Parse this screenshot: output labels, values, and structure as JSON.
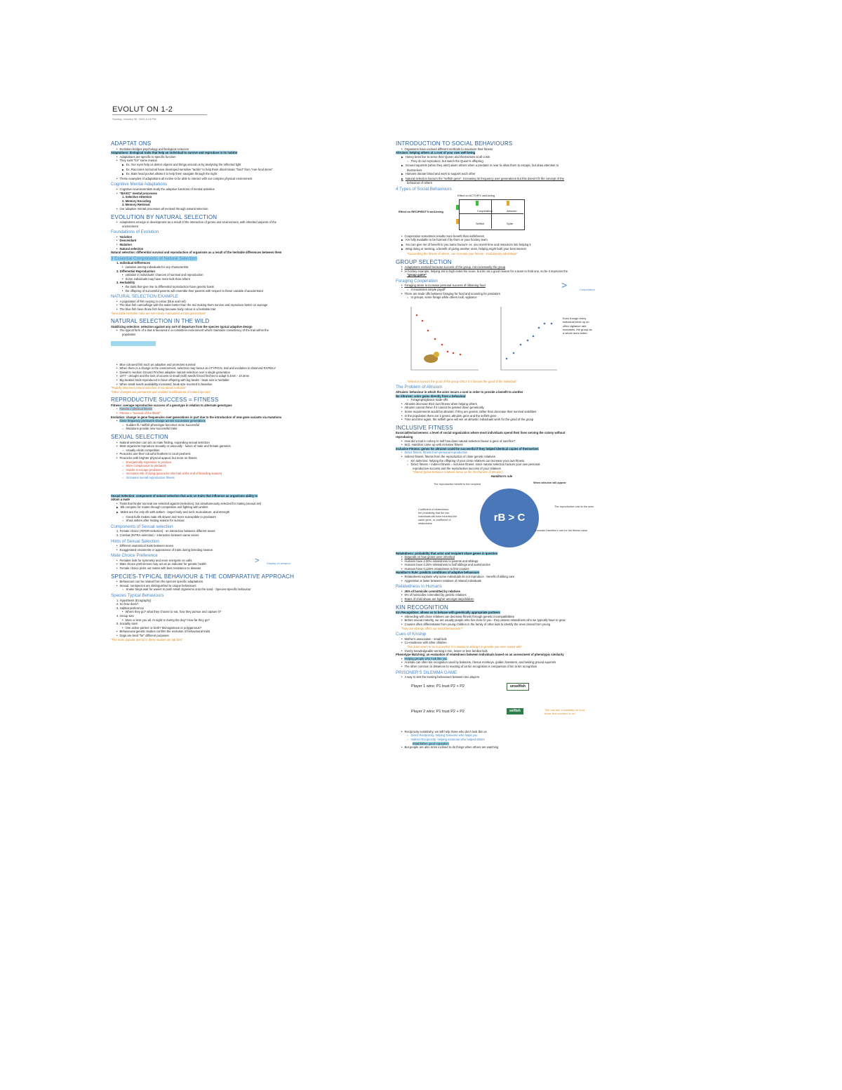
{
  "header": {
    "title": "EVOLUT ON 1-2",
    "date": "Sunday, January 30, 2022      8:13 PM"
  },
  "left": {
    "adaptations": {
      "title": "ADAPTAT ONS",
      "lines": [
        "Evolution bridges psychology and biological sciences",
        "Adaptations: biological traits that help an individual to survive and reproduce in its habitat",
        "Adaptations are specific to specific function",
        "They exist \"for\" some reason",
        "Ex. Our eyes help us detect objects and things around us by analysing the reflected light",
        "Ex. Raccoons nocturnal have developed sensitive \"tactile\" to help them discriminate \"food\" from \"non-food items\"",
        "Ex. Bats head pocket allows it to help them navigate through the night",
        "These examples of adaptations all evolve to be able to interact with our complex physical environment"
      ]
    },
    "cognitive": {
      "title": "Cognitive Mental Adaptations",
      "lines": [
        "Cognitive neuroscientists study the adaptive functions of mental activities",
        "\"BASIC\" mental processes",
        "1.  Selective Attention",
        "2.  Memory Encoding",
        "3.  Memory Retrieval",
        "Our adaptive mental processes all evolved through natural selection"
      ]
    },
    "natsel": {
      "title": "EVOLUTION BY NATURAL SELECTION",
      "lines": [
        "Adaptations emerge in development as a result of the interaction of genes and environment, with inherited aspects of the",
        "environment"
      ]
    },
    "foundations": {
      "title": "Foundations of Evolution",
      "lines": [
        "Variation",
        "Descendant",
        "Mutation",
        "Natural selection"
      ],
      "definition": "Natural selection: differential survival and reproduction of organisms as a result of the heritable differences between them"
    },
    "components": {
      "title": "3 Essential Components of Natural Selection",
      "lines": [
        "1.  Individual Differences",
        "variation among individuals for any characteristic",
        "2.  Differential Reproduction",
        "variation in individuals' chances of survival and reproduction",
        "Some individuals may have more kids than others",
        "3.  Heritability",
        "the traits that give rise to differential reproduction have genetic basis",
        "the offspring of successful parents will resemble their parents with respect to these variable characteristics"
      ]
    },
    "example": {
      "title": "NATURAL SELECTION EXAMPLE",
      "lines": [
        "A population of fish varying in colour (blue and red)",
        "The blue fish camouflage with the water better than the red making them survive and reproduce better on average",
        "The blue fish have those fish living because body colour is a heritable trait",
        "\"favourable heritable traits are selectively maintained across generations\""
      ]
    },
    "wild": {
      "title": "NATURAL SELECTION IN THE WILD",
      "lines": [
        "Stabilizing selection: selection against any sort of departure from the species typical adaptive design",
        "The typical form of a trait is favoured in a consistent environment which maintains consistency of the trait within the",
        "population"
      ],
      "lines2": [
        "Blue coloured fish such as adaptive and promotes survival",
        "When there is a change in the environment, selection may favour an ATYPICAL trait and evolution is observed RAPIDLY",
        "Darwin's medium Ground Finches adaptive natural selection over a single generation",
        "1977 - drought and the loss of access to small (soft) seeds forced finches to adapt 9.4mm - 10.3mm",
        "Big beaked birds reproduced to have offspring with big beaks - beak size is heritable",
        "When small seeds availability increased, beak size reverted to baseline"
      ],
      "notes": [
        "\"Rapidly observed natural selection is not about evolution\"",
        "\"Other changes are permanent and enabled modifications of related species\""
      ]
    },
    "fitness": {
      "title": "REPRODUCTIVE SUCCESS = FITNESS",
      "lines": [
        "Fitness: average reproductive success of a genotype in relation to alternate genotypes",
        "Fitness ≠ physical fitness",
        "Fitness ≠ \"survival of the fittest\"",
        "Evolution: change in gene frequencies over generations in part due to the introduction of new gene variants via mutations",
        "Gene frequency pressures change across successive generations",
        "Sudden fit / selfish phenotype becomes more successful",
        "Mutations provide new successful traits"
      ]
    },
    "sexual": {
      "title": "SEXUAL SELECTION",
      "lines": [
        "Natural selection can act on mate finding, expanding sexual selection",
        "Most organisms reproduce sexually or asexually - fusion of male and female gametes",
        "Usually elicits competition",
        "Peacocks use their colourful feathers to court peahens",
        "Peacocks with brighter physical appeal, but more on fitness",
        "Energetically expensive to produce",
        "More conspicuous to predators",
        "Harder to escape predators",
        "Increases risk of dying (peacocks shed tail at the end of breeding season)",
        "Increases overall reproductive fitness"
      ],
      "definition": "Sexual Selection: component of natural selection that acts on traits that influence an organisms ability to",
      "definition2": "obtain a mate",
      "lines2": [
        "Traits that hinder survival are selected against (selection), but simultaneously selected for mating (sexual sel)",
        "Elk compete for mates through competition and fighting with antlers",
        "Males are the only elk with antlers - larger body and neck musculature, and strength",
        "Great bulls makes male elk slower and more susceptible to predators",
        "Shed antlers after mating season for survival"
      ]
    },
    "comps": {
      "title": "Components of Sexual selection",
      "lines": [
        "1.  Female choice (INTER-selection) - an interaction between different sexes",
        "2.  Combat (INTRA-selection) - interaction between same sexes"
      ]
    },
    "hints": {
      "title": "Hints of Sexual Selection",
      "lines": [
        "Different anatomical traits between sexes",
        "Exaggerated ornaments or appearance of traits during breeding season"
      ]
    },
    "mate": {
      "title": "Mate Choice Preference",
      "lines": [
        "Females look for symmetry and more energetic on calls",
        "Mate choice preferences may act as an indicator for genetic health",
        "Female choice picks out mates with best resistance to disease"
      ],
      "side": "Display on weapon"
    },
    "species": {
      "title": "SPECIES-TYPICAL BEHAVIOUR & THE COMPARATIVE APPROACH",
      "lines": [
        "Behaviours can be related from the species specific adaptations",
        "Sexual, nonspecies are distinguished to unique behaviours",
        "Snake tongs wait for waves to push small organisms onto the sand - Species-Specific behaviour"
      ]
    },
    "typical": {
      "title": "Species Typical Behaviours",
      "lines": [
        "1.  Hypothesis (Ecography)",
        "2.  So how does?",
        "3.  Habitat preference",
        "Where they go? what they choose to eat, how they pursue and capture it?",
        "4.  Group size",
        "More or less you all, At night or during the day? How far they go?",
        "5.  Sociality stem",
        "One active partner or both? Monogamous or polygamous?",
        "Behavioural genetic studies confirm the evolution of behavioural traits",
        "Dogs are bred \"for\" different purposes"
      ],
      "note": "\"The more popular animal in these studies are lab flies\""
    }
  },
  "right": {
    "social": {
      "title": "INTRODUCTION TO SOCIAL BEHAVIOURS",
      "lines": [
        "Organisms have evolved different methods to maximize their fitness",
        "Altruism: helping others at a cost of your own well-being",
        "Honey bees live to serve their Queen and themselves at all costs",
        "They do not reproduce, but watch the Queen's offspring",
        "Ground squirrels (when they alert) alarm others when a predator is near to allow them to escape, but draw attention to",
        "themselves",
        "Humans donate blood and work to support each other",
        "Natural selection favours the \"selfish gene\", increasing its frequency over generations but this doesn't fit the concept of the",
        "behaviour of others"
      ]
    },
    "types": {
      "title": "4 Types of Social Behaviours",
      "header": "Effect on ACTOR'S well-being",
      "row_label": "Effect on RECIPIENT'S well-being",
      "cells": {
        "coop": "Cooperation",
        "alt": "Altruism",
        "selfish": "Selfish",
        "spite": "Spite"
      },
      "colors": {
        "plus": "#3dbb3d",
        "minus": "#e8a52a"
      },
      "lines": [
        "Cooperation sometimes results more benefit than selfishness",
        "Are fully available to be harmed if by them or your hockey team",
        "You can give me of benefit to you same favours- ex. you invest time and resources into helping it",
        "Wing doing or seeking, a benefit of giving another ones, helping might both your best interest",
        "\"succeeding the fitness of others, can increase your fitness - evolutionary advantage\""
      ]
    },
    "group": {
      "title": "GROUP SELECTION",
      "lines": [
        "Adaptations evolved because success of the group, not necessarily the group",
        "In hockey example, helping 3rd in high notes the score, but its not a good reason for a team to hold one, so be it improves the",
        "\"group game\""
      ]
    },
    "forage": {
      "title": "Foraging Cooperation",
      "lines": [
        "Foraging alone to increase personal success of obtaining food",
        "It maximises simple payoff",
        "There are trade offs between foraging for food and scanning for predators",
        "In groups, some forage while others look, vigilance"
      ],
      "side": "Cooperation"
    },
    "charts_note": [
      "Even though every",
      "individual ends up on",
      "often vigilance rate",
      "increases, the group as",
      "a whole does better"
    ],
    "charts_caption": "\"selection favours the good of the group ONLY if it favours the good of the individual\"",
    "problem": {
      "title": "The Problem of Altruism",
      "lines": [
        "Altruism: behaviour in which the actor incurs a cost in order to provide a benefit to another",
        "No Altruism: actor gains directly from a behaviour",
        "Foraging/vigilance trade-offs",
        "Altruists decrease their own fitness when helping others",
        "Altruism cannot thrive if it cannot be passed down genetically",
        "Some requirements would be altruistic if they are genetic rather than decrease their survival viabilities",
        "In the population there are 2 genes: altruism gene and the selfish gene",
        "Time and time again, the selfish gene will win as altruistic individuals work for the good of the group"
      ]
    },
    "inclusive": {
      "title": "INCLUSIVE FITNESS",
      "lines": [
        "Eusocial/Inclusiveness: a level of social organization where most individuals spend their lives serving the colony without",
        "reproducing",
        "How did a trait in colony to self how does natural selection favour a gene of sacrifice?",
        "W.D. Hamilton came up with inclusive fitness",
        "Inclusive Fitness: genes for altruism could be successful if they helped identical copies of themselves",
        "Direct fitness: fitness from personal reproduction",
        "Indirect fitness: fitness from the reproduction of close genetic relatives",
        "Kin selection: helping the offspring of your close relatives can increase your own fitness",
        "Direct fitness + indirect fitness = inclusive fitness: since natural selection favours your own personal",
        "reproductive success and the reproductive success of your relatives",
        "\"shared genes between relatives serve as the mechanism of altruism\"",
        "Hamilton's rule"
      ]
    },
    "rbc": {
      "symbol": "rB > C",
      "top_left": "The reproductive benefit to the recipient",
      "top_right": "When altruism will appear",
      "mid_left": [
        "Coefficient of relatedness:",
        "the probability that the two",
        "individuals will have inherited the",
        "same gene, or coefficient of",
        "relatedness"
      ],
      "mid_right": "The reproductive cost to the actor",
      "bottom_right": "Consider Hamilton's rule for the fitness value"
    },
    "relatedness": {
      "lines": [
        "Relatedness: probability that actor and recipient share genes in question",
        "Depends on how genes were inherited",
        "Humans have a 50% relatedness to parents and siblings",
        "Humans have 0.25% relatedness to half siblings and aunts/uncles",
        "Humans have 0.125% relatedness to first cousins",
        "Hamilton's Rule: predicts conditions of adaptive behaviours",
        "Relatedness explains why some individuals do not reproduce - benefit of sibling care",
        "Aggression is lower between relatives of related individuals"
      ]
    },
    "humans": {
      "title": "Relatedness in Humans",
      "lines": [
        "25% of homicide committed by relatives",
        "6% of homicides committed by genetic relatives",
        "Rates of child abuse are higher amongst stepchildren"
      ]
    },
    "kin": {
      "title": "KIN RECOGNITION",
      "lines": [
        "Kin Recognition: allows us to behave with genetically appropriate partners",
        "Inbreeding with close relatives can decrease fitness through genetic incompatibilities",
        "Before sexual maturity, we are usually people who live close to you - they assess relatedness who we typically have to grow",
        "Cousins often differentiates from young children in the family of other kids to identify the ones closed from young",
        "\"how can siblings affect our social behaviours?\""
      ]
    },
    "cues": {
      "title": "Cues of Kinship",
      "lines": [
        "Mother's association - small kids",
        "Co-residence with other children",
        "\"this does seem to be successful, it is related to sibling's to provide you were raised with\"",
        "Overly knowledgeable sensing in-kin, lesser or less familiar kids",
        "Phenotype Matching: an evaluation of relatedness between individuals based on an assessment of phenotypic similarity",
        "Helping people who look like you",
        "Animals can often kin recognition used by baboons, rhesus monkeys, golden hamsters, and belding ground squirrels",
        "The other common in distances to reacting of an kin recognition is comparison of kin to kin recognition"
      ]
    },
    "dilemma": {
      "title": "PRISONER'S DILEMMA GAME",
      "lines": [
        "A way to test the trusting behaviours between two players"
      ],
      "game1": {
        "text": "Player 1 wins:    P1  trust  P2  +  P2",
        "result": "unselfish"
      },
      "game2": {
        "text": "Player 2 wins:    P1  trust  P2  +  P2",
        "result": "selfish"
      },
      "side_note": "\"We can see a similarity on food those that succeed in do\"",
      "lines2": [
        "Reciprocity exists/why, we still help those who don't look like us",
        "Direct Reciprocity: helping someone who helps you",
        "Indirect Reciprocity: helping someone who helped others",
        "Establishes good reputation",
        "But people are also more inclined to do things when others are watching"
      ]
    }
  }
}
